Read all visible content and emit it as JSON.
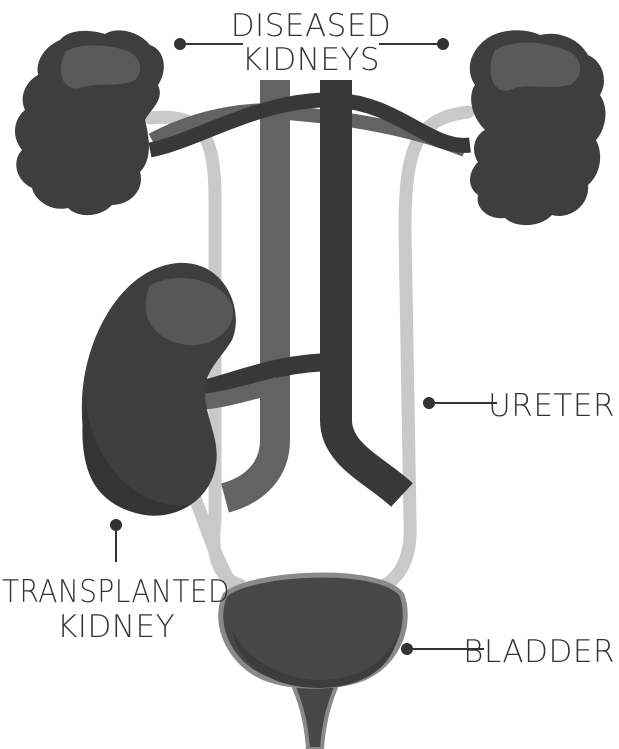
{
  "labels": {
    "diseased_line1": "DISEASED",
    "diseased_line2": "KIDNEYS",
    "ureter": "URETER",
    "transplanted_line1": "TRANSPLANTED",
    "transplanted_line2": "KIDNEY",
    "bladder": "BLADDER"
  },
  "colors": {
    "kidney": "#3e3e3e",
    "kidney_highlight": "#5a5a5a",
    "artery": "#636363",
    "vein": "#383838",
    "ureter": "#c9c9c9",
    "bladder": "#474747",
    "bladder_rim": "#8a8a8a",
    "leader": "#333333"
  }
}
